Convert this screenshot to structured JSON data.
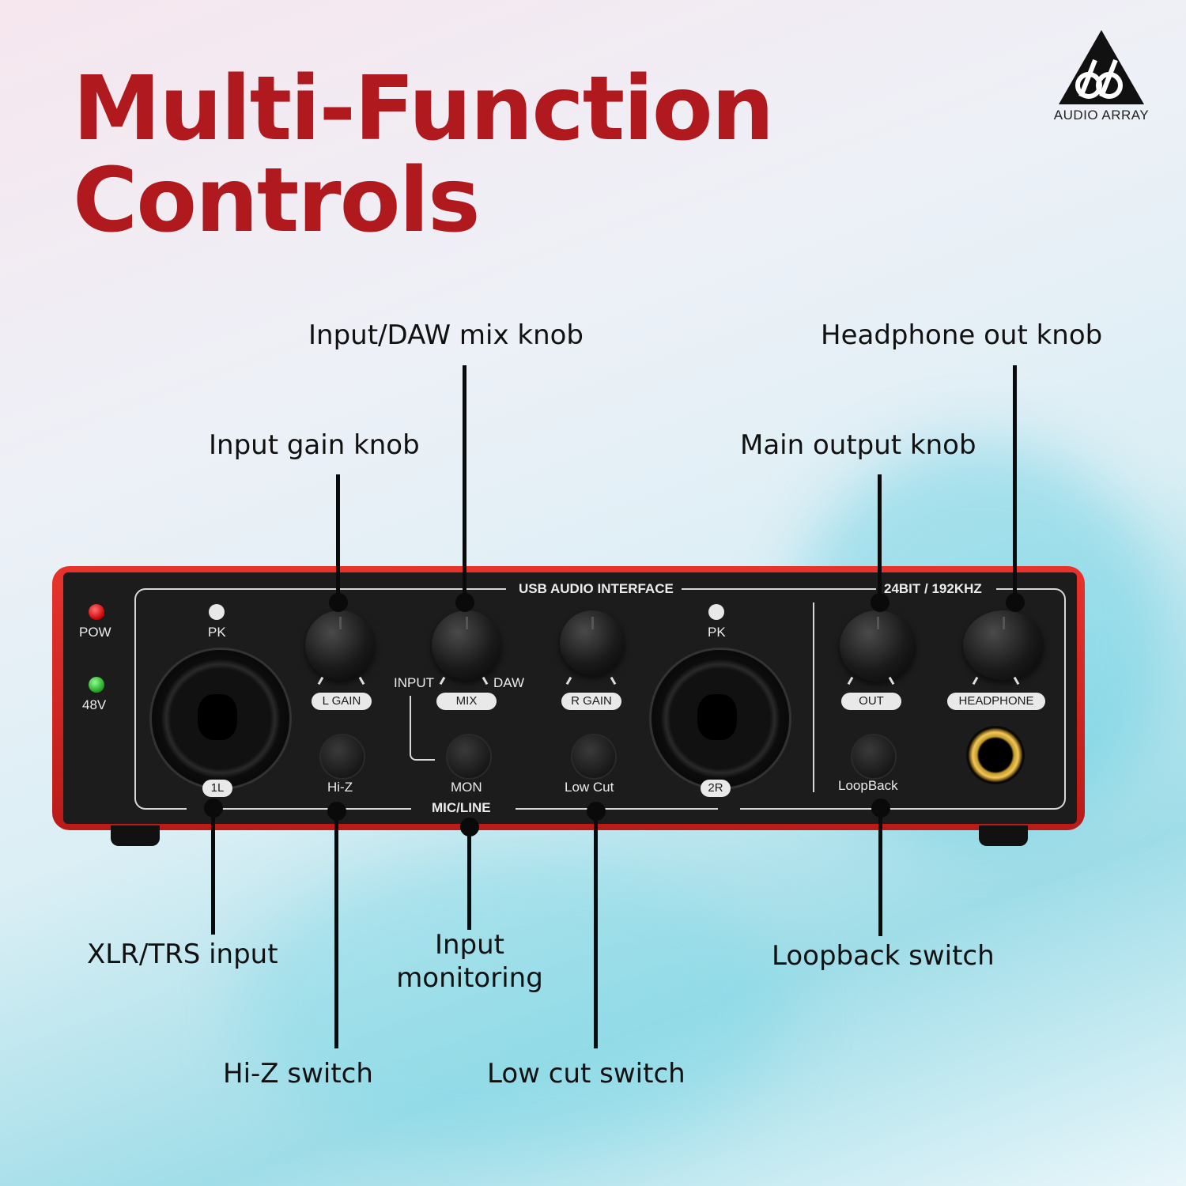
{
  "headline": {
    "line1": "Multi-Function",
    "line2": "Controls"
  },
  "brand": {
    "name": "AUDIO ARRAY"
  },
  "callouts": {
    "mix_knob": "Input/DAW mix knob",
    "headphone_knob": "Headphone out knob",
    "gain_knob": "Input gain knob",
    "main_out_knob": "Main output knob",
    "xlr_input": "XLR/TRS input",
    "monitoring_line1": "Input",
    "monitoring_line2": "monitoring",
    "loopback": "Loopback switch",
    "hiz": "Hi-Z switch",
    "lowcut": "Low cut switch"
  },
  "panel": {
    "header_left": "USB AUDIO INTERFACE",
    "header_right": "24BIT / 192KHZ",
    "pow": "POW",
    "v48": "48V",
    "pk_left": "PK",
    "pk_right": "PK",
    "l_gain": "L GAIN",
    "mix": "MIX",
    "r_gain": "R GAIN",
    "out": "OUT",
    "headphone": "HEADPHONE",
    "input": "INPUT",
    "daw": "DAW",
    "ch_1l": "1L",
    "ch_2r": "2R",
    "hiz": "Hi-Z",
    "mon": "MON",
    "lowcut": "Low Cut",
    "loopback": "LoopBack",
    "micline": "MIC/LINE"
  },
  "colors": {
    "title_red": "#b0191d",
    "chassis_red": "#d42a24",
    "pow_led": "#e01010",
    "v48_led": "#2fbf2f"
  }
}
